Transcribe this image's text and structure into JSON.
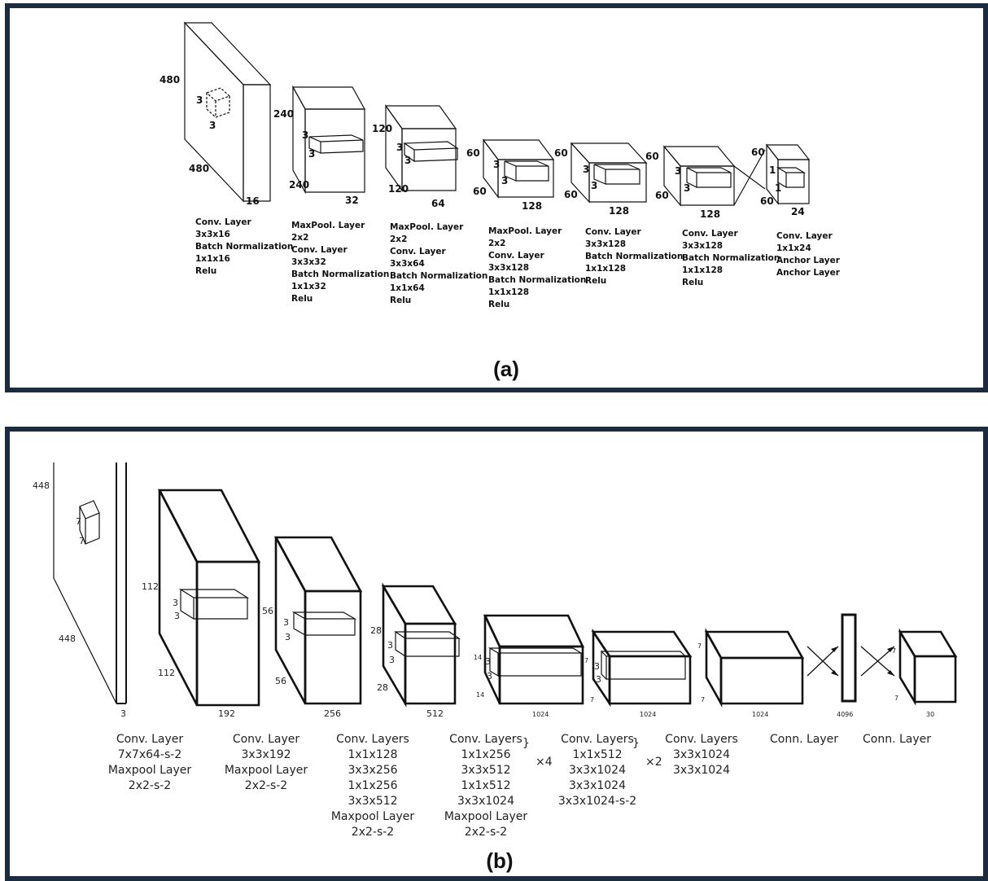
{
  "panel_a": {
    "label": "(a)",
    "boxes": [
      {
        "dims": [
          "480",
          "480",
          "16"
        ],
        "kernel": [
          "3",
          "3"
        ],
        "layers": [
          "Conv. Layer",
          "3x3x16",
          "Batch Normalization",
          "1x1x16",
          "Relu"
        ]
      },
      {
        "dims": [
          "240",
          "240",
          "32"
        ],
        "kernel": [
          "3",
          "3"
        ],
        "layers": [
          "MaxPool. Layer",
          "2x2",
          "Conv. Layer",
          "3x3x32",
          "Batch Normalization",
          "1x1x32",
          "Relu"
        ]
      },
      {
        "dims": [
          "120",
          "120",
          "64"
        ],
        "kernel": [
          "3",
          "3"
        ],
        "layers": [
          "MaxPool. Layer",
          "2x2",
          "Conv. Layer",
          "3x3x64",
          "Batch Normalization",
          "1x1x64",
          "Relu"
        ]
      },
      {
        "dims": [
          "60",
          "60",
          "128"
        ],
        "kernel": [
          "3",
          "3"
        ],
        "layers": [
          "MaxPool. Layer",
          "2x2",
          "Conv. Layer",
          "3x3x128",
          "Batch Normalization",
          "1x1x128",
          "Relu"
        ]
      },
      {
        "dims": [
          "60",
          "60",
          "128"
        ],
        "kernel": [
          "3",
          "3"
        ],
        "layers": [
          "Conv. Layer",
          "3x3x128",
          "Batch Normalization",
          "1x1x128",
          "Relu"
        ]
      },
      {
        "dims": [
          "60",
          "60",
          "128"
        ],
        "kernel": [
          "3",
          "3"
        ],
        "layers": [
          "Conv. Layer",
          "3x3x128",
          "Batch Normalization",
          "1x1x128",
          "Relu"
        ]
      },
      {
        "dims": [
          "60",
          "60",
          "24"
        ],
        "kernel": [
          "1",
          "1"
        ],
        "layers": [
          "Conv. Layer",
          "1x1x24",
          "Anchor Layer",
          "Anchor Layer"
        ]
      }
    ]
  },
  "panel_b": {
    "label": "(b)",
    "boxes": [
      {
        "dims": [
          "448",
          "448",
          "3"
        ],
        "kernel": [
          "7",
          "7"
        ]
      },
      {
        "dims": [
          "112",
          "112",
          "192"
        ],
        "kernel": [
          "3",
          "3"
        ]
      },
      {
        "dims": [
          "56",
          "56",
          "256"
        ],
        "kernel": [
          "3",
          "3"
        ]
      },
      {
        "dims": [
          "28",
          "28",
          "512"
        ],
        "kernel": [
          "3",
          "3"
        ]
      },
      {
        "dims": [
          "14",
          "14",
          "1024"
        ],
        "kernel": [
          "3",
          "3"
        ]
      },
      {
        "dims": [
          "7",
          "7",
          "1024"
        ],
        "kernel": [
          "3",
          "3"
        ]
      },
      {
        "dims": [
          "7",
          "7",
          "1024"
        ]
      },
      {
        "dims": [
          "4096"
        ]
      },
      {
        "dims": [
          "7",
          "7",
          "30"
        ]
      }
    ],
    "captions": [
      {
        "lines": [
          "Conv. Layer",
          "7x7x64-s-2",
          "Maxpool Layer",
          "2x2-s-2"
        ]
      },
      {
        "lines": [
          "Conv. Layer",
          "3x3x192",
          "Maxpool Layer",
          "2x2-s-2"
        ]
      },
      {
        "lines": [
          "Conv. Layers",
          "1x1x128",
          "3x3x256",
          "1x1x256",
          "3x3x512",
          "Maxpool Layer",
          "2x2-s-2"
        ]
      },
      {
        "lines": [
          "Conv. Layers",
          "1x1x256",
          "3x3x512",
          "1x1x512",
          "3x3x1024",
          "Maxpool Layer",
          "2x2-s-2"
        ],
        "repeat": "×4"
      },
      {
        "lines": [
          "Conv. Layers",
          "1x1x512",
          "3x3x1024",
          "3x3x1024",
          "3x3x1024-s-2"
        ],
        "repeat": "×2"
      },
      {
        "lines": [
          "Conv. Layers",
          "3x3x1024",
          "3x3x1024"
        ]
      },
      {
        "lines": [
          "Conn. Layer"
        ]
      },
      {
        "lines": [
          "Conn. Layer"
        ]
      }
    ]
  }
}
